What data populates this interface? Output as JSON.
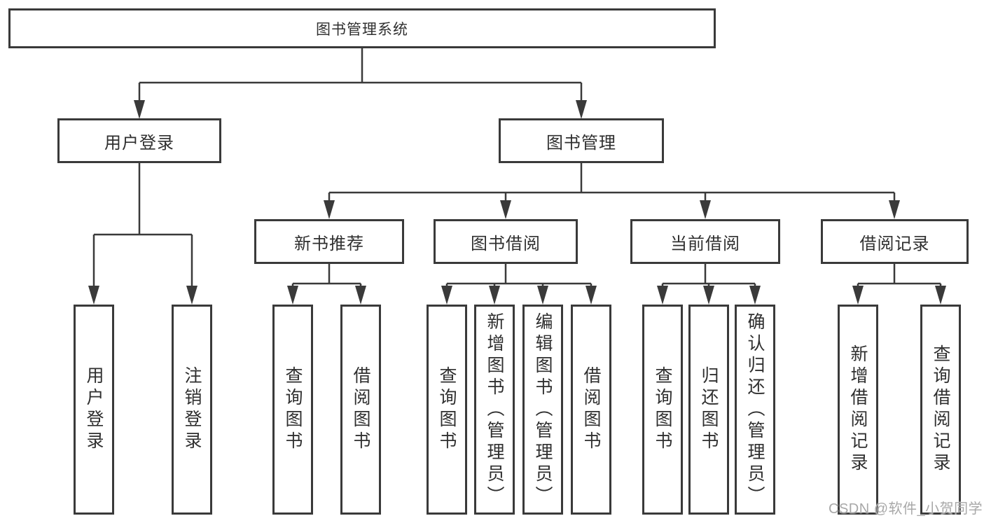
{
  "diagram": {
    "root": "图书管理系统",
    "branches": [
      {
        "id": "user-login",
        "label": "用户登录",
        "children": [
          "用户登录",
          "注销登录"
        ]
      },
      {
        "id": "book-management",
        "label": "图书管理",
        "sections": [
          {
            "id": "new-book-recommend",
            "label": "新书推荐",
            "children": [
              "查询图书",
              "借阅图书"
            ]
          },
          {
            "id": "book-borrow",
            "label": "图书借阅",
            "children": [
              "查询图书",
              "新增图书（管理员）",
              "编辑图书（管理员）",
              "借阅图书"
            ]
          },
          {
            "id": "current-borrow",
            "label": "当前借阅",
            "children": [
              "查询图书",
              "归还图书",
              "确认归还（管理员）"
            ]
          },
          {
            "id": "borrow-records",
            "label": "借阅记录",
            "children": [
              "新增借阅记录",
              "查询借阅记录"
            ]
          }
        ]
      }
    ],
    "watermark": "CSDN @软件_小贺同学",
    "colors": {
      "line": "#3a3a3a",
      "text": "#2f2f2f",
      "watermark": "#a8a8a8",
      "background": "#ffffff"
    }
  }
}
